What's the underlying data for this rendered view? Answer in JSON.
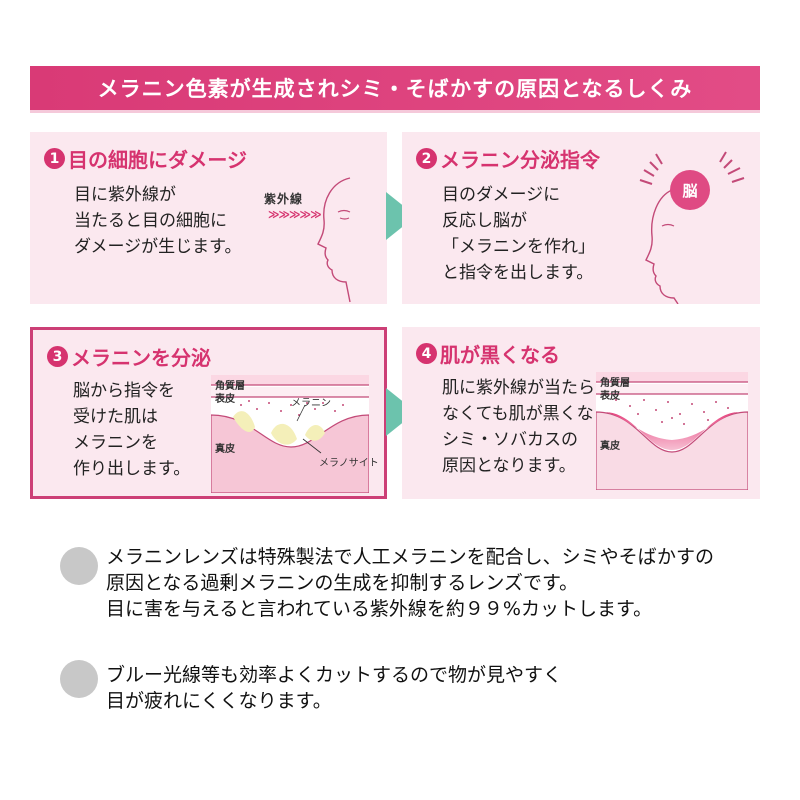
{
  "header": {
    "title": "メラニン色素が生成されシミ・そばかすの原因となるしくみ"
  },
  "panels": [
    {
      "num": "1",
      "title": "目の細胞にダメージ",
      "body": "目に紫外線が\n当たると目の細胞に\nダメージが生じます。",
      "uv_label": "紫外線",
      "uv_arrows": "≫≫≫≫≫"
    },
    {
      "num": "2",
      "title": "メラニン分泌指令",
      "body": "目のダメージに\n反応し脳が\n「メラニンを作れ」\nと指令を出します。",
      "brain_label": "脳"
    },
    {
      "num": "3",
      "title": "メラニンを分泌",
      "body": "脳から指令を\n受けた肌は\nメラニンを\n作り出します。",
      "layers": {
        "stratum": "角質層",
        "epidermis": "表皮",
        "dermis": "真皮"
      },
      "annotations": {
        "melanin": "メラニン",
        "melanocyte": "メラノサイト"
      }
    },
    {
      "num": "4",
      "title": "肌が黒くなる",
      "body": "肌に紫外線が当たら\nなくても肌が黒くなり、\nシミ・ソバカスの\n原因となります。",
      "layers": {
        "stratum": "角質層",
        "epidermis": "表皮",
        "dermis": "真皮"
      }
    }
  ],
  "colors": {
    "accent": "#d6336f",
    "header": "#d93a76",
    "panel_bg": "#fbe8ef",
    "arrow": "#6cc3ad",
    "bullet": "#c8c8c8"
  },
  "bullets": [
    {
      "lines": [
        "メラニンレンズは特殊製法で人工メラニンを配合し、シミやそばかすの",
        "原因となる過剰メラニンの生成を抑制するレンズです。",
        "目に害を与えると言われている紫外線を約９９%カットします。"
      ]
    },
    {
      "lines": [
        "ブルー光線等も効率よくカットするので物が見やすく",
        "目が疲れにくくなります。"
      ]
    }
  ]
}
